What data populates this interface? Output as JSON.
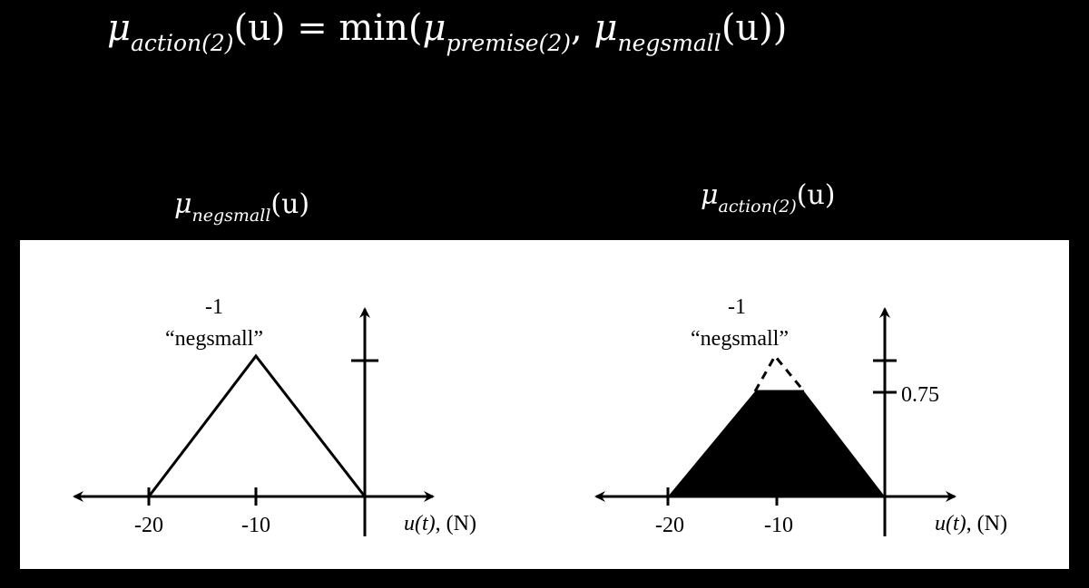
{
  "equation": {
    "lhs_mu": "μ",
    "lhs_sub": "action(2)",
    "lhs_arg": "(u) = min(",
    "mid_mu": "μ",
    "mid_sub": "premise(2)",
    "comma": ", ",
    "rhs_mu": "μ",
    "rhs_sub": "negsmall",
    "rhs_arg": "(u))"
  },
  "left_label": {
    "mu": "μ",
    "sub": "negsmall",
    "arg": "(u)"
  },
  "right_label": {
    "mu": "μ",
    "sub": "action(2)",
    "arg": "(u)"
  },
  "left_plot": {
    "set_index": "-1",
    "set_name": "“negsmall”",
    "ticks": [
      "-20",
      "-10"
    ],
    "axis_label_var": "u(t)",
    "axis_label_unit": ", (N)",
    "peak_u": -10,
    "left_u": -20,
    "right_u": 0,
    "peak_mu": 1
  },
  "right_plot": {
    "set_index": "-1",
    "set_name": "“negsmall”",
    "ticks": [
      "-20",
      "-10"
    ],
    "axis_label_var": "u(t)",
    "axis_label_unit": ", (N)",
    "clip_label": "0.75",
    "clip_level": 0.75,
    "peak_u": -10,
    "left_u": -20,
    "right_u": 0,
    "peak_mu": 1
  }
}
